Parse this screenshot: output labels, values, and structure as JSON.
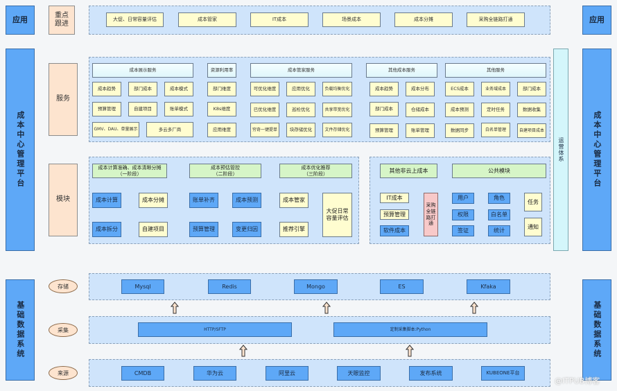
{
  "top": {
    "left_label": "应用",
    "right_label": "应用",
    "section_label": "重点\n跟进",
    "items": [
      "大促、日常容量评估",
      "成本管家",
      "IT成本",
      "场景成本",
      "成本分摊",
      "采购全链路打通"
    ]
  },
  "platform": {
    "left_label": "成本中心管理平台",
    "right_label": "成本中心管理平台",
    "ops_label": "运营体系"
  },
  "services": {
    "section_label": "服务",
    "display": {
      "header": "成本展示服务",
      "items": [
        "成本趋势",
        "部门成本",
        "成本模式",
        "预算管理",
        "自建项目",
        "账单模式",
        "GMV、DAU、单量展示",
        "多云多厂商"
      ]
    },
    "utilization": {
      "header": "资源利用率",
      "items": [
        "部门维度",
        "K8s维度",
        "应用维度"
      ]
    },
    "steward": {
      "header": "成本管家服务",
      "items": [
        "可优化维度",
        "应用优化",
        "负载均衡优化",
        "已优化维度",
        "巡检优化",
        "共享带宽优化",
        "穷奇一键提单",
        "块存储优化",
        "文件存储优化"
      ]
    },
    "other_cost": {
      "header": "其他成本服务",
      "items": [
        "成本趋势",
        "成本分布",
        "部门成本",
        "仓储成本",
        "预算管理",
        "账单管理"
      ]
    },
    "other": {
      "header": "其他服务",
      "items": [
        "ECS成本",
        "业务域成本",
        "部门成本",
        "成本预测",
        "定时任务",
        "数据收集",
        "数据同步",
        "白名单管理",
        "自建项目成本"
      ]
    }
  },
  "modules": {
    "section_label": "模块",
    "stage1": {
      "header": "成本计算准确、成本清晰分摊\n（一阶段）",
      "items": [
        "成本计算",
        "成本分摊",
        "成本拆分",
        "自建项目"
      ]
    },
    "stage2": {
      "header": "成本预估管控\n（二阶段）",
      "items": [
        "账单补齐",
        "成本预测",
        "预算管理",
        "变更归因"
      ]
    },
    "stage3": {
      "header": "成本优化推荐\n（三阶段）",
      "items": [
        "成本管家",
        "推荐引擎",
        "大促日常\n容量评估"
      ]
    },
    "non_cloud": {
      "header": "其他非云上成本",
      "items": [
        "IT成本",
        "预算管理",
        "软件成本"
      ],
      "procurement": "采购\n全链\n路打\n通"
    },
    "common": {
      "header": "公共模块",
      "items": [
        "用户",
        "角色",
        "权限",
        "白名单",
        "签证",
        "统计",
        "任务",
        "通知"
      ]
    }
  },
  "base": {
    "left_label": "基础数据系统",
    "right_label": "基础数据系统",
    "storage": {
      "label": "存储",
      "items": [
        "Mysql",
        "Redis",
        "Mongo",
        "ES",
        "Kfaka"
      ]
    },
    "collect": {
      "label": "采集",
      "items": [
        "HTTP/SFTP",
        "定制采集脚本:Python"
      ]
    },
    "source": {
      "label": "来源",
      "items": [
        "CMDB",
        "华为云",
        "阿里云",
        "天眼监控",
        "发布系统",
        "KUBEONE平台"
      ]
    }
  },
  "watermark": "@ITPUB博客",
  "colors": {
    "pillar_blue": "#5ea8f7",
    "panel_blue": "#cfe4fb",
    "peach": "#fde4cf",
    "yellow": "#fffdd0",
    "green": "#d6f5c7",
    "pink": "#f8c9c9",
    "cyan": "#d4f6fb"
  }
}
